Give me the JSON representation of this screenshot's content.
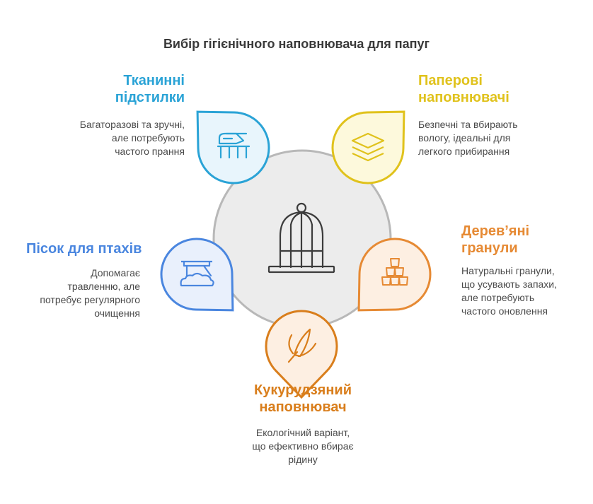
{
  "title": "Вибір гігієнічного наповнювача для папуг",
  "colors": {
    "center_fill": "#ececec",
    "center_stroke": "#b8b8b8",
    "icon_dark": "#3c3c3c",
    "cloth": "#2aa3d6",
    "paper": "#e0c21c",
    "wood": "#e68a34",
    "corn": "#d97e1c",
    "sand": "#4a86df"
  },
  "items": [
    {
      "key": "cloth",
      "heading": [
        "Тканинні",
        "підстилки"
      ],
      "description": [
        "Багаторазові та зручні,",
        "але потребують",
        "частого прання"
      ],
      "icon": "ironing-board-icon",
      "color": "#2aa3d6",
      "fill": "#e8f5fc"
    },
    {
      "key": "paper",
      "heading": [
        "Паперові",
        "наповнювачі"
      ],
      "description": [
        "Безпечні та вбирають",
        "вологу, ідеальні для",
        "легкого прибирання"
      ],
      "icon": "layers-icon",
      "color": "#e0c21c",
      "fill": "#fdf9dc"
    },
    {
      "key": "wood",
      "heading": [
        "Дерев’яні",
        "гранули"
      ],
      "description": [
        "Натуральні гранули,",
        "що усувають запахи,",
        "але потребують",
        "частого оновлення"
      ],
      "icon": "stacked-blocks-icon",
      "color": "#e68a34",
      "fill": "#fdefe2"
    },
    {
      "key": "corn",
      "heading": [
        "Кукурудзяний",
        "наповнювач"
      ],
      "description": [
        "Екологічний варіант,",
        "що ефективно вбирає",
        "рідину"
      ],
      "icon": "corn-icon",
      "color": "#d97e1c",
      "fill": "#fdefe2"
    },
    {
      "key": "sand",
      "heading": [
        "Пісок для птахів"
      ],
      "description": [
        "Допомагає",
        "травленню, але",
        "потребує регулярного",
        "очищення"
      ],
      "icon": "sandbox-icon",
      "color": "#4a86df",
      "fill": "#e9f0fc"
    }
  ]
}
